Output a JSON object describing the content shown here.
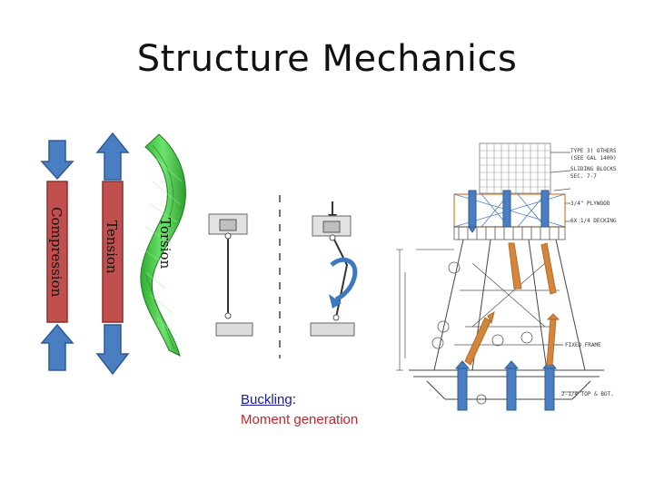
{
  "title": "Structure Mechanics",
  "labels": {
    "compression": "Compression",
    "tension": "Tension",
    "torsion": "Torsion"
  },
  "caption": {
    "link_text": "Buckling",
    "colon": ":",
    "line2": "Moment generation"
  },
  "drawing_notes": [
    "TYPE 3) OTHERS",
    "(SEE GAL 1400)",
    "SLIDING BLOCKS",
    "SEC. 7-7",
    "3/4\" PLYWOOD",
    "6X 1/4 DECKING",
    "FIXED FRAME",
    "2-1/4 TOP & BOT."
  ],
  "colors": {
    "arrow_fill": "#4a7ec2",
    "arrow_stroke": "#2f5a92",
    "bar_fill": "#c0504d",
    "bar_stroke": "#8c2f2d",
    "twist_fill": "#4ccf4c",
    "orange_strut": "#d4873c"
  }
}
